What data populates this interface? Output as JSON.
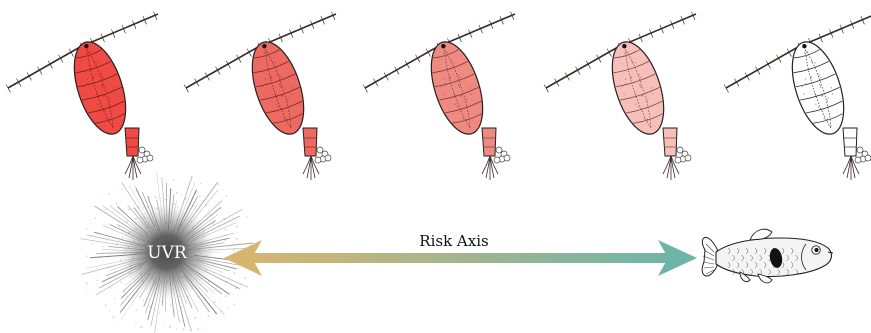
{
  "uvr_label": "UVR",
  "risk_axis_label": "Risk Axis",
  "copepods": [
    {
      "name": "copepod-red-deep",
      "fill": "#ef4a44",
      "segment_line": "#7a1f1b"
    },
    {
      "name": "copepod-red-medium",
      "fill": "#ec6a62",
      "segment_line": "#7a2a25"
    },
    {
      "name": "copepod-red-light",
      "fill": "#ee8a82",
      "segment_line": "#7e3a35"
    },
    {
      "name": "copepod-pink-pale",
      "fill": "#f6bfb9",
      "segment_line": "#7e4a45"
    },
    {
      "name": "copepod-unpigmented",
      "fill": "#ffffff",
      "segment_line": "#333333"
    }
  ],
  "colors": {
    "arrow_left": "#d7b571",
    "arrow_right": "#6fb5a7",
    "uvr_burst": "#555555",
    "outline": "#222222"
  },
  "icons": {
    "uvr_burst": "uvr-burst-icon",
    "fish": "fish-predator-icon",
    "copepod": "copepod-icon"
  }
}
